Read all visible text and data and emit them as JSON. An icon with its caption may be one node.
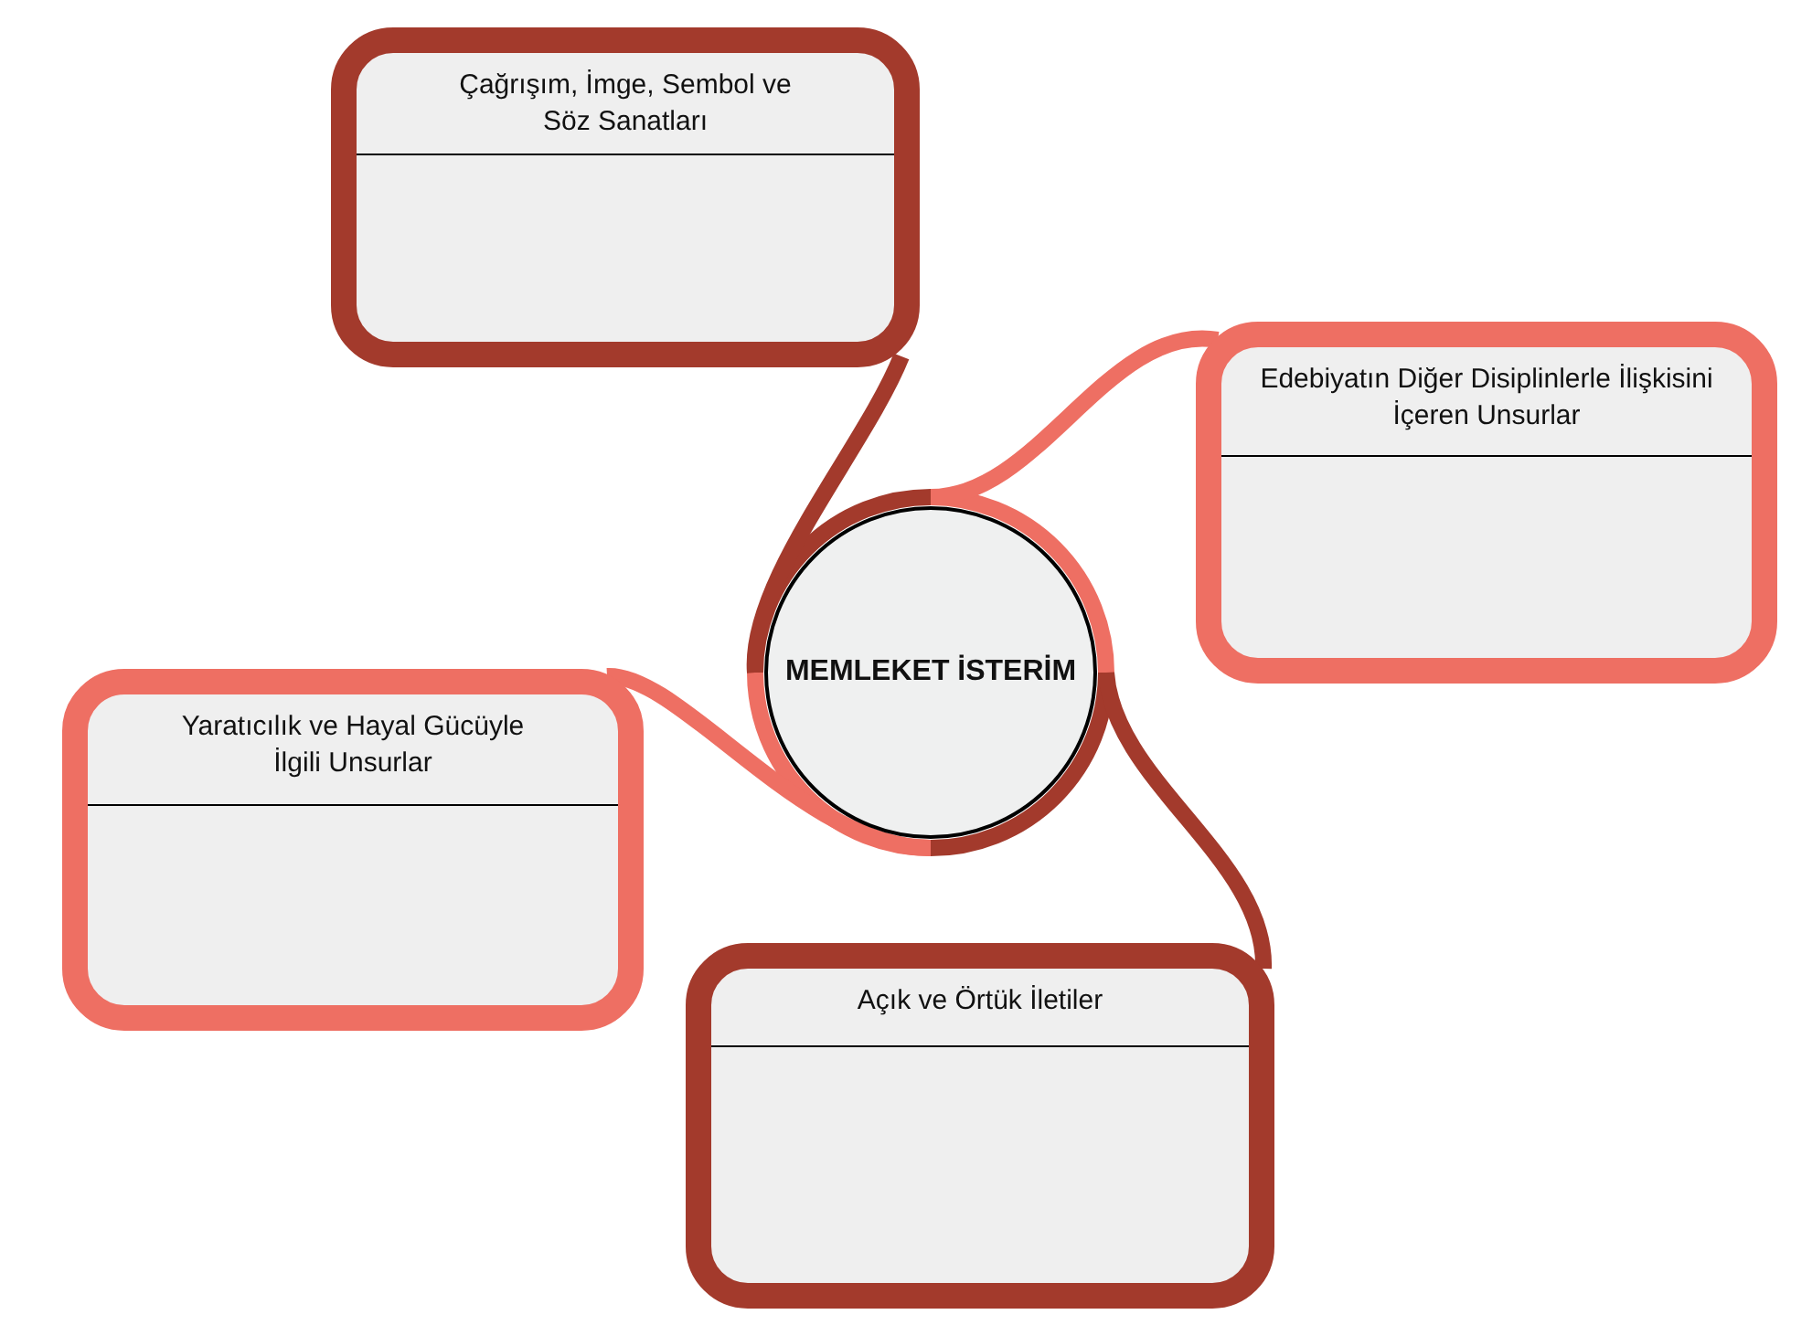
{
  "diagram": {
    "nodes": [
      {
        "text": [
          "Çağrışım, İmge, Sembol ve Söz Sanatları"
        ]
      },
      {
        "text": [
          "Edebiyatın Diğer Disiplinlerle İlişkisini İçeren Unsurlar"
        ]
      },
      {
        "text": [
          "MEMLEKET İSTERİM"
        ]
      },
      {
        "text": [
          "Yaratıcılık ve Hayal Gücüyle İlgili Unsurlar"
        ]
      },
      {
        "text": [
          "Açık ve Örtük İletiler"
        ]
      }
    ],
    "edges": [
      {
        "from": 2,
        "to": 0,
        "arrow": "none",
        "color": "#a33a2c"
      },
      {
        "from": 2,
        "to": 1,
        "arrow": "none",
        "color": "#ee6f63"
      },
      {
        "from": 2,
        "to": 3,
        "arrow": "none",
        "color": "#ee6f63"
      },
      {
        "from": 2,
        "to": 4,
        "arrow": "none",
        "color": "#a33a2c"
      }
    ]
  }
}
